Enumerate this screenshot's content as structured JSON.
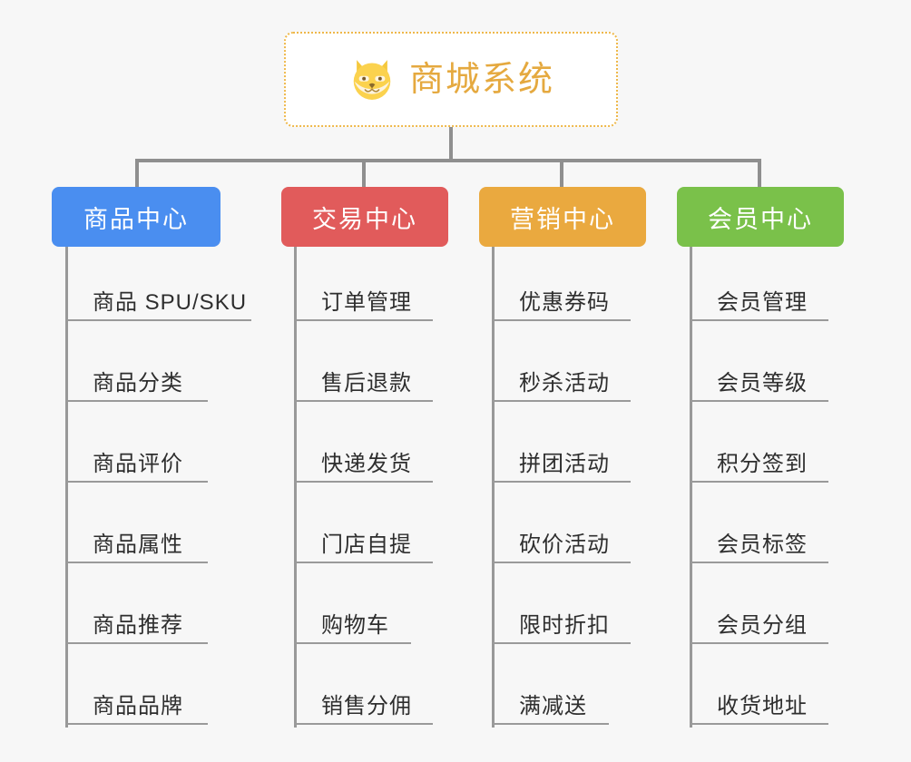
{
  "page": {
    "background_color": "#f7f7f7",
    "line_color": "#8f8f8f",
    "leaf_text_color": "#2e2e2e"
  },
  "root": {
    "title": "商城系统",
    "icon": "dog-face-icon",
    "text_color": "#e5a93f",
    "border_color": "#eeb84a",
    "background_color": "#ffffff"
  },
  "branches": [
    {
      "label": "商品中心",
      "color": "#4a8ef0",
      "items": [
        "商品 SPU/SKU",
        "商品分类",
        "商品评价",
        "商品属性",
        "商品推荐",
        "商品品牌"
      ]
    },
    {
      "label": "交易中心",
      "color": "#e15b5b",
      "items": [
        "订单管理",
        "售后退款",
        "快递发货",
        "门店自提",
        "购物车",
        "销售分佣"
      ]
    },
    {
      "label": "营销中心",
      "color": "#eaa93f",
      "items": [
        "优惠券码",
        "秒杀活动",
        "拼团活动",
        "砍价活动",
        "限时折扣",
        "满减送"
      ]
    },
    {
      "label": "会员中心",
      "color": "#7ac14a",
      "items": [
        "会员管理",
        "会员等级",
        "积分签到",
        "会员标签",
        "会员分组",
        "收货地址"
      ]
    }
  ]
}
